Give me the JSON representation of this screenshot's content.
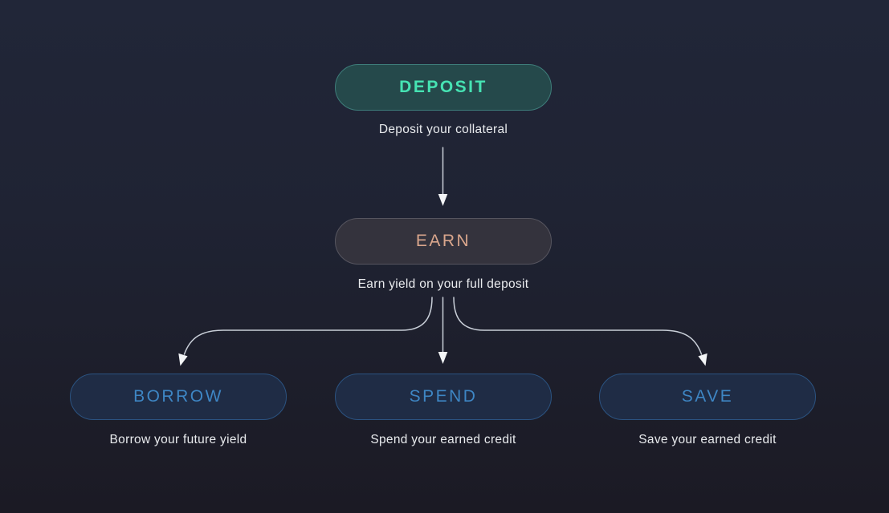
{
  "diagram": {
    "background_top_color": "#212638",
    "background_bottom_color": "#1b1a24",
    "arrow_line_color": "#c9cfd8",
    "arrowhead_color": "#f3f5f7",
    "nodes": [
      {
        "id": "deposit",
        "label": "DEPOSIT",
        "caption": "Deposit your collateral",
        "text_color": "#46e3b3",
        "border_color": "#3e7d7a",
        "fill_color": "#25494b"
      },
      {
        "id": "earn",
        "label": "EARN",
        "caption": "Earn yield on your full deposit",
        "text_color": "#d9a68c",
        "border_color": "#56555f",
        "fill_color": "#34333d"
      },
      {
        "id": "borrow",
        "label": "BORROW",
        "caption": "Borrow your future yield",
        "text_color": "#3e86c4",
        "border_color": "#2b5381",
        "fill_color": "#1f2c45"
      },
      {
        "id": "spend",
        "label": "SPEND",
        "caption": "Spend your earned credit",
        "text_color": "#3e86c4",
        "border_color": "#2b5381",
        "fill_color": "#1f2c45"
      },
      {
        "id": "save",
        "label": "SAVE",
        "caption": "Save your earned credit",
        "text_color": "#3e86c4",
        "border_color": "#2b5381",
        "fill_color": "#1f2c45"
      }
    ],
    "edges": [
      {
        "from": "deposit",
        "to": "earn"
      },
      {
        "from": "earn",
        "to": "borrow"
      },
      {
        "from": "earn",
        "to": "spend"
      },
      {
        "from": "earn",
        "to": "save"
      }
    ]
  }
}
